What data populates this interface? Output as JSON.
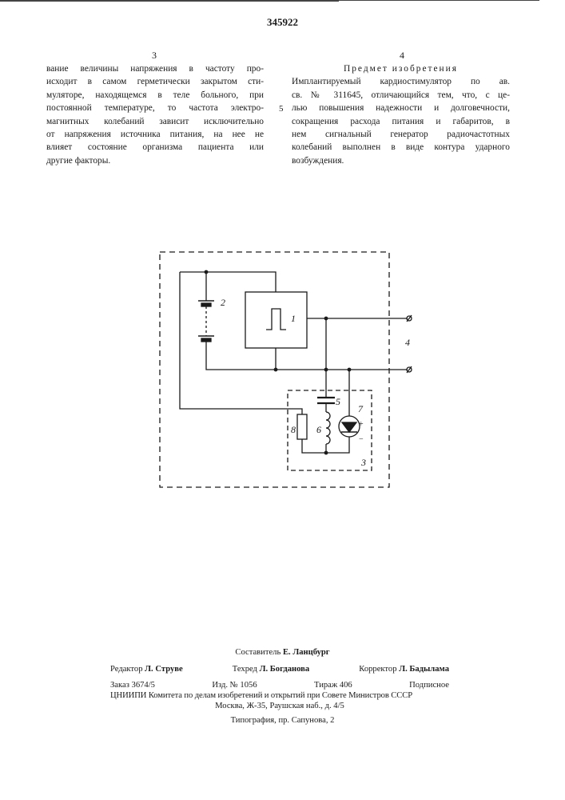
{
  "patent_number": "345922",
  "column_left_number": "3",
  "column_right_number": "4",
  "left_column_lines": [
    "вание величины напряжения в частоту про-",
    "исходит в самом герметически закрытом сти-",
    "муляторе, находящемся в теле больного, при",
    "постоянной температуре, то частота электро-",
    "магнитных колебаний зависит исключительно",
    "от напряжения источника питания, на нее не",
    "влияет состояние организма пациента или",
    "другие факторы."
  ],
  "right_heading": "Предмет изобретения",
  "right_column_lines": [
    "Имплантируемый кардиостимулятор по ав.",
    "св. № 311645, отличающийся тем, что, с це-",
    "лью повышения надежности и долговечности,",
    "сокращения расхода питания и габаритов, в",
    "нем сигнальный генератор радиочастотных",
    "колебаний выполнен в виде контура ударного",
    "возбуждения."
  ],
  "line_marker": "5",
  "figure": {
    "labels": {
      "block_1": "1",
      "battery_2": "2",
      "module_3": "3",
      "terminals_4": "4",
      "capacitor_5": "5",
      "inductor_6": "6",
      "diode_7": "7",
      "resistor_8": "8"
    },
    "polarity_plus": "+",
    "polarity_minus": "−"
  },
  "footer": {
    "compiler_label": "Составитель",
    "compiler_name": "Е. Ланцбург",
    "editor_label": "Редактор",
    "editor_name": "Л. Струве",
    "techred_label": "Техред",
    "techred_name": "Л. Богданова",
    "corrector_label": "Корректор",
    "corrector_name": "Л. Бадылама",
    "order": "Заказ 3674/5",
    "edition": "Изд. № 1056",
    "print_run": "Тираж 406",
    "subscription": "Подписное",
    "institute": "ЦНИИПИ Комитета по делам изобретений и открытий при Совете Министров СССР",
    "address": "Москва, Ж-35, Раушская наб., д. 4/5",
    "printing_house": "Типография, пр. Сапунова, 2"
  }
}
